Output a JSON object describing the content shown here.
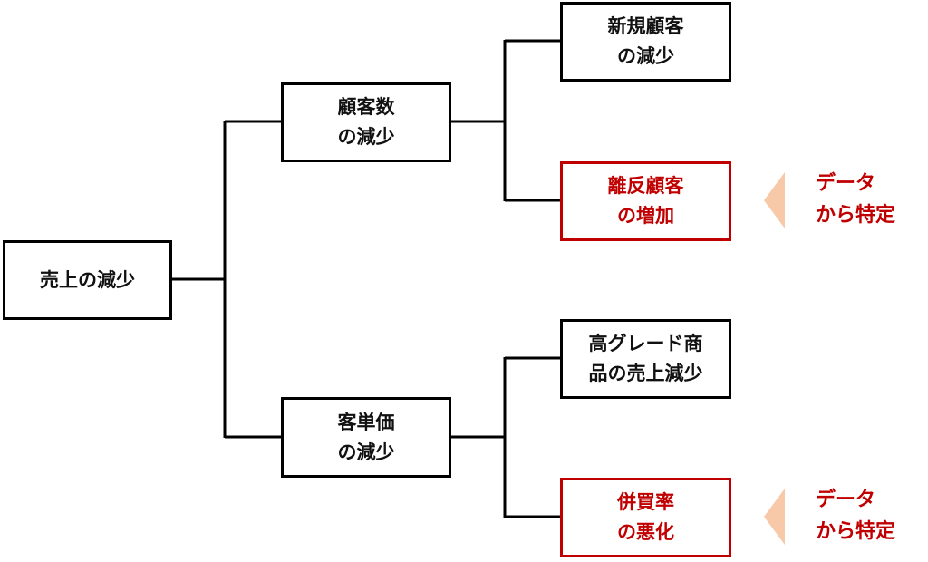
{
  "root": {
    "label": "売上の減少"
  },
  "level2": [
    {
      "label": "顧客数\nの減少"
    },
    {
      "label": "客単価\nの減少"
    }
  ],
  "level3": [
    {
      "label": "新規顧客\nの減少"
    },
    {
      "label": "離反顧客\nの増加",
      "highlight": true
    },
    {
      "label": "高グレード商\n品の売上減少"
    },
    {
      "label": "併買率\nの悪化",
      "highlight": true
    }
  ],
  "notes": [
    {
      "text": "データ\nから特定"
    },
    {
      "text": "データ\nから特定"
    }
  ],
  "colors": {
    "highlight": "#c00000",
    "arrow": "#f7c9a8",
    "line": "#000000"
  }
}
